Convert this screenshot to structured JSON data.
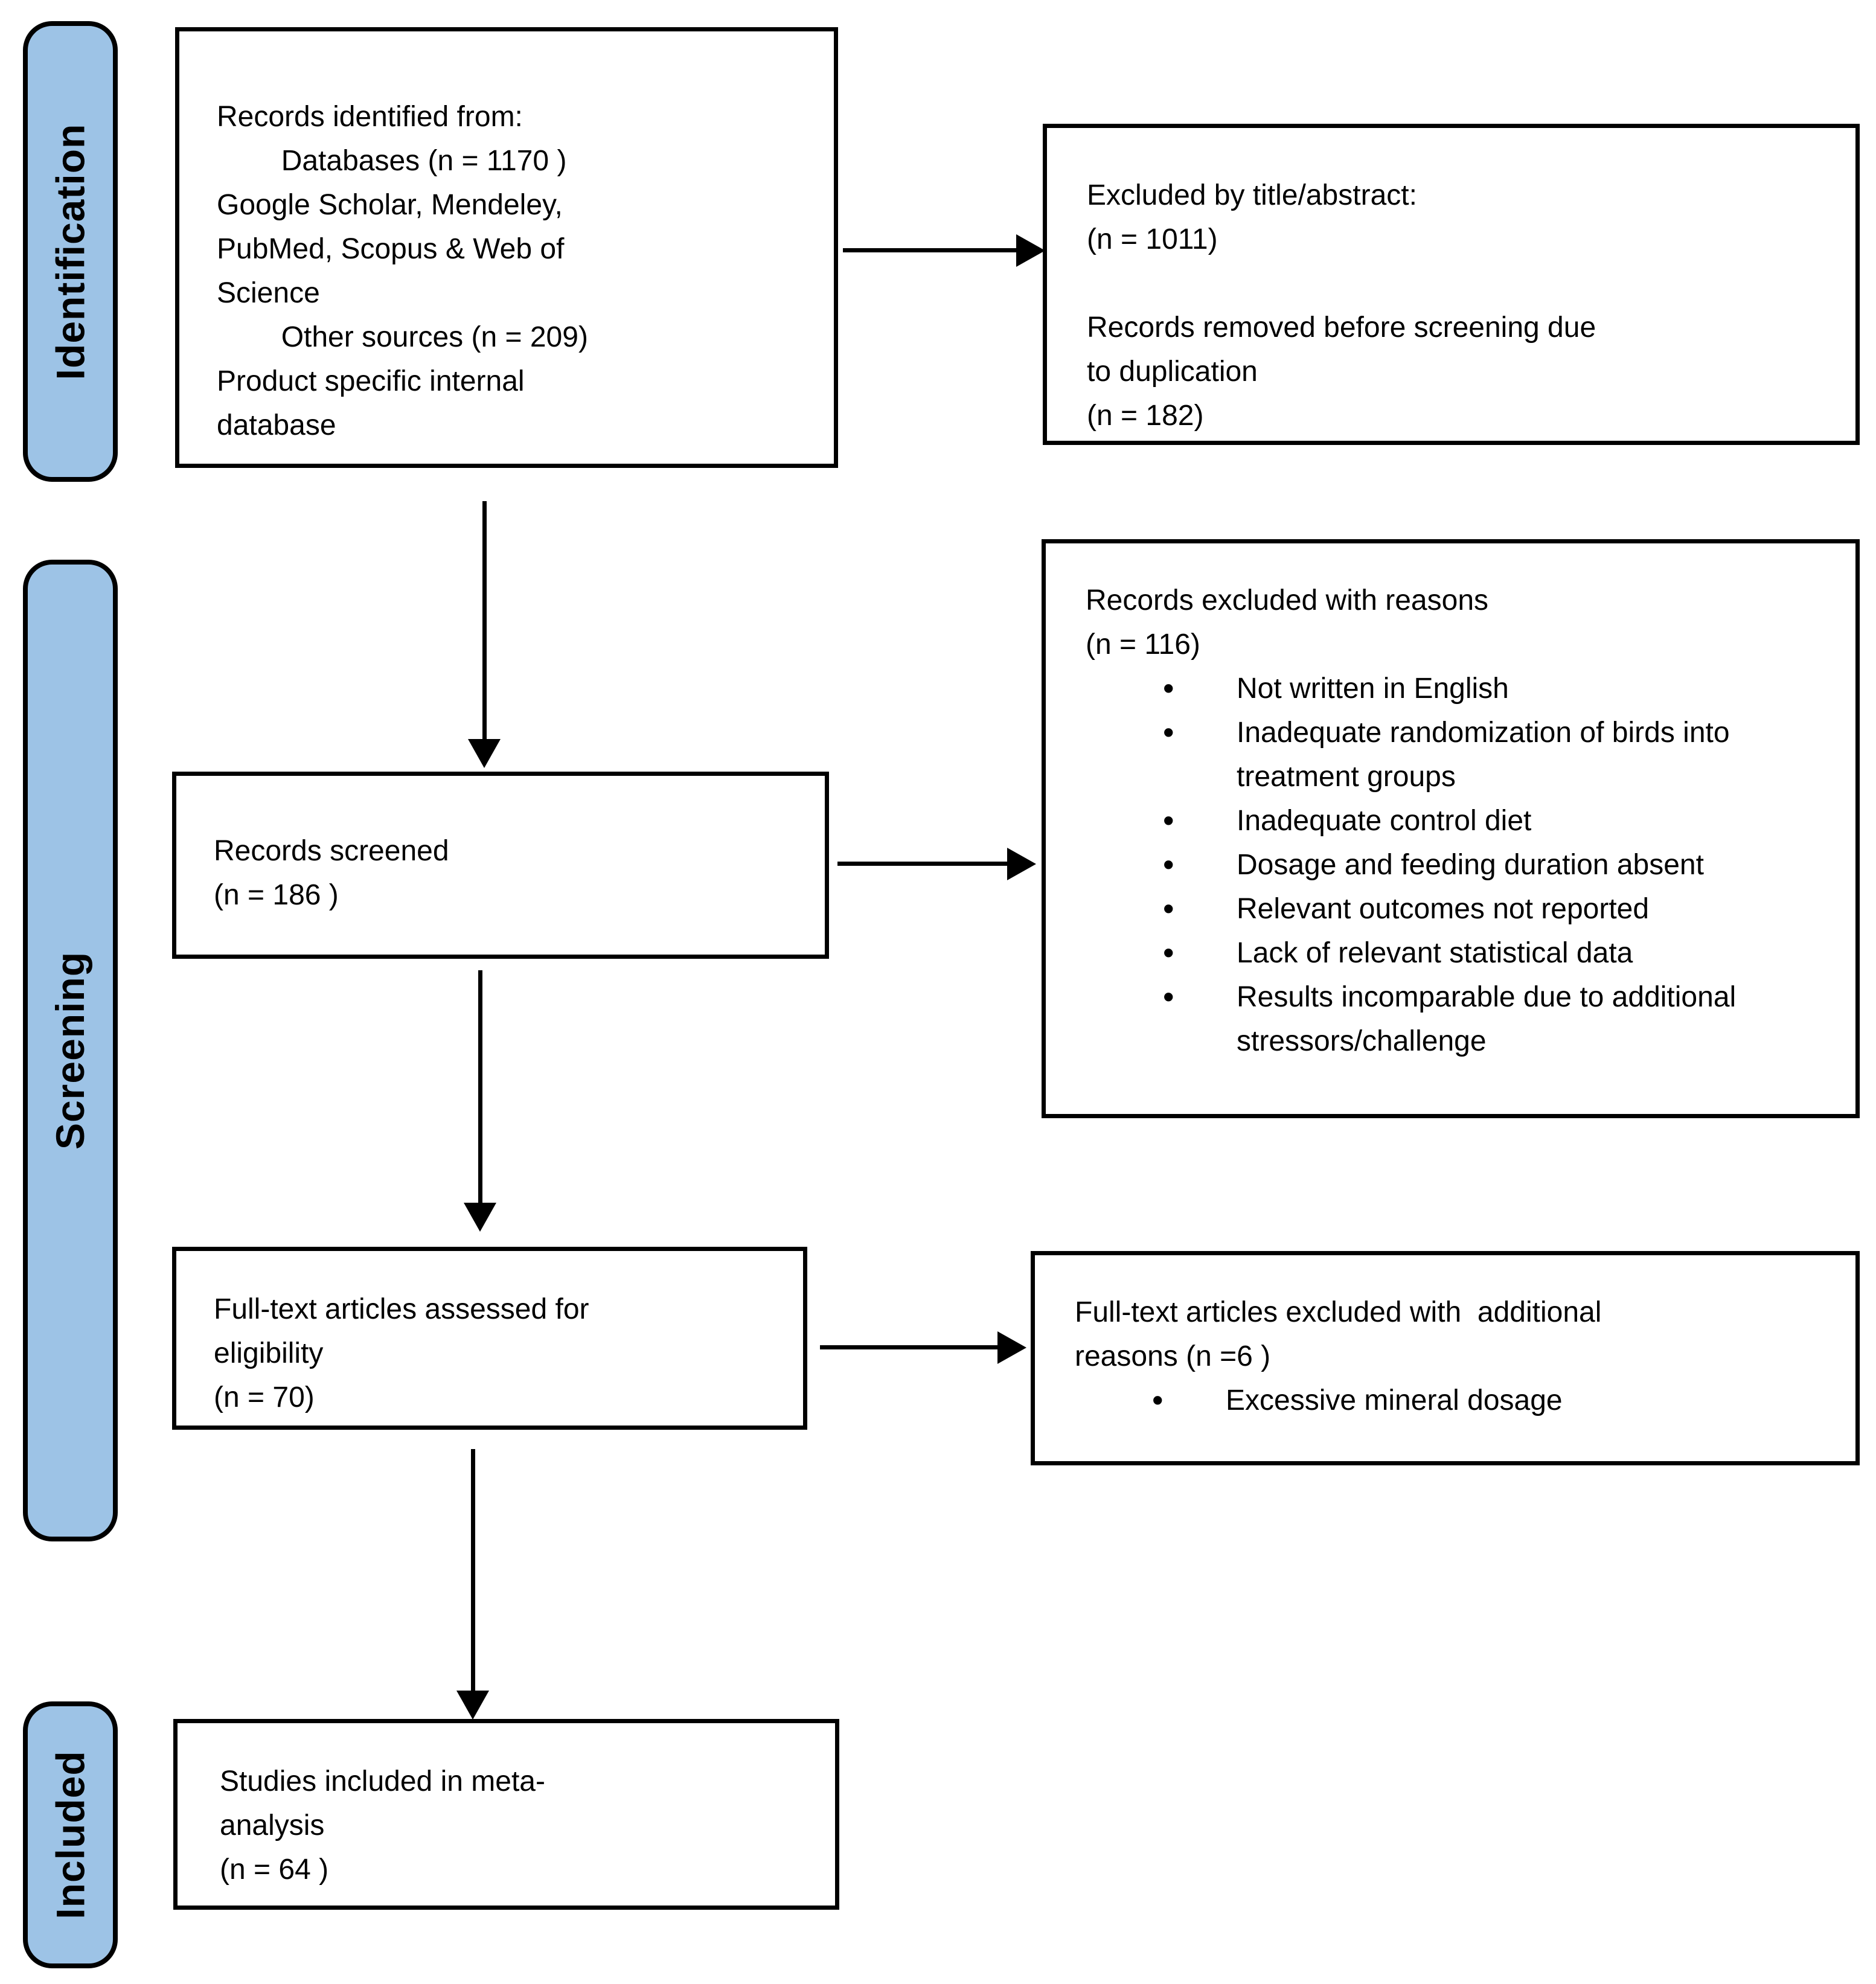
{
  "stages": {
    "identification": "Identification",
    "screening": "Screening",
    "included": "Included"
  },
  "colors": {
    "stage_fill": "#9dc3e6",
    "stage_border": "#000000",
    "box_border": "#000000",
    "arrow": "#000000"
  },
  "boxes": {
    "records_identified": "Records identified from:\n        Databases (n = 1170 )\nGoogle Scholar, Mendeley,\nPubMed, Scopus & Web of\nScience\n        Other sources (n = 209)\nProduct specific internal\ndatabase",
    "excluded_title_abstract": "Excluded by title/abstract:\n(n = 1011)\n\nRecords removed before screening due\nto duplication\n(n = 182)",
    "records_screened": "Records screened\n(n = 186 )",
    "records_excluded_intro": "Records excluded with reasons\n(n = 116)",
    "records_excluded_bullets": [
      "Not written in English",
      "Inadequate randomization of birds into treatment groups",
      "Inadequate control diet",
      "Dosage and feeding duration absent",
      "Relevant outcomes not reported",
      "Lack of relevant statistical data",
      "Results incomparable due to additional stressors/challenge"
    ],
    "fulltext_assessed": "Full-text articles assessed for\neligibility\n(n = 70)",
    "fulltext_excluded_intro": "Full-text articles excluded with  additional\nreasons (n =6 )",
    "fulltext_excluded_bullets": [
      "Excessive mineral dosage"
    ],
    "studies_included": "Studies included in meta-\nanalysis\n(n = 64 )"
  }
}
